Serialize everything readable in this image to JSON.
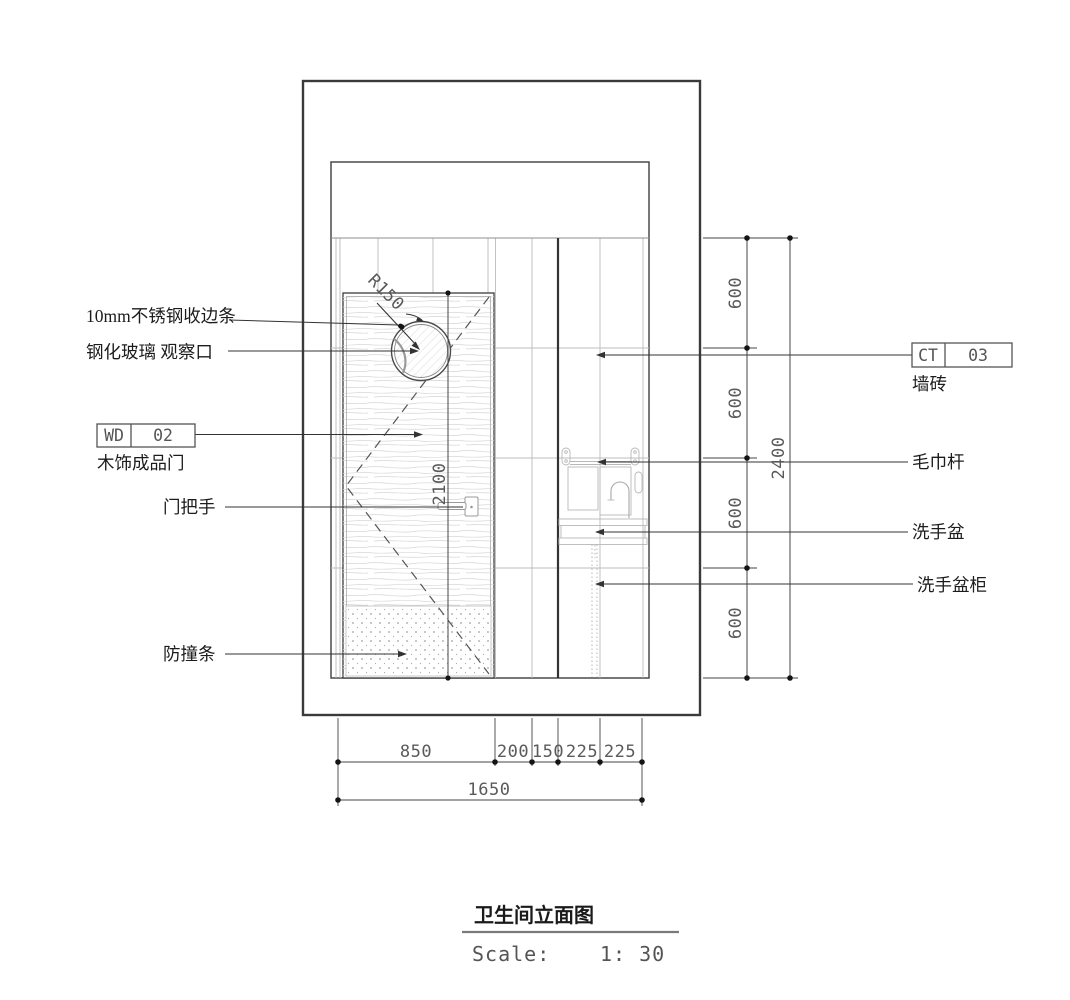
{
  "drawing": {
    "annotations_left": {
      "edge_strip": "10mm不锈钢收边条",
      "glass_port": "钢化玻璃 观察口",
      "door_tag_code": "WD",
      "door_tag_num": "02",
      "door_label": "木饰成品门",
      "handle_label": "门把手",
      "bumper_label": "防撞条"
    },
    "annotations_right": {
      "tile_tag_code": "CT",
      "tile_tag_num": "03",
      "tile_label": "墙砖",
      "towel_bar_label": "毛巾杆",
      "basin_label": "洗手盆",
      "basin_cabinet_label": "洗手盆柜"
    },
    "dimensions": {
      "radius": "R150",
      "door_height": "2100",
      "right_segments": [
        "600",
        "600",
        "600",
        "600"
      ],
      "right_total": "2400",
      "bottom_segments": [
        "850",
        "200",
        "150",
        "225",
        "225"
      ],
      "bottom_total": "1650"
    },
    "title_block": {
      "title": "卫生间立面图",
      "scale_label": "Scale:",
      "scale_value": "1: 30"
    },
    "colors": {
      "line_dark": "#3a3a3a",
      "line_medium": "#4a4a4a",
      "tile_joint": "#bcbcbc",
      "fixture": "#b8b8b8",
      "paper": "#ffffff"
    }
  }
}
